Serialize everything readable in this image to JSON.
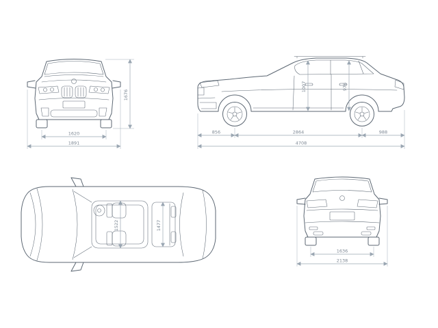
{
  "colors": {
    "background": "#ffffff",
    "line": "#5b6672",
    "dim": "#9aa6b2",
    "dimtext": "#7d8894"
  },
  "views": {
    "front": {
      "dims": {
        "height": "1676",
        "track": "1620",
        "overall_width": "1891"
      }
    },
    "side": {
      "dims": {
        "front_overhang": "856",
        "wheelbase": "2864",
        "rear_overhang": "988",
        "overall_length": "4708",
        "interior_height_front": "1007",
        "interior_height_rear": "976"
      }
    },
    "top": {
      "dims": {
        "interior_width_front": "1522",
        "interior_width_rear": "1477"
      }
    },
    "rear": {
      "dims": {
        "track": "1636",
        "width_incl_mirrors": "2138"
      }
    }
  }
}
